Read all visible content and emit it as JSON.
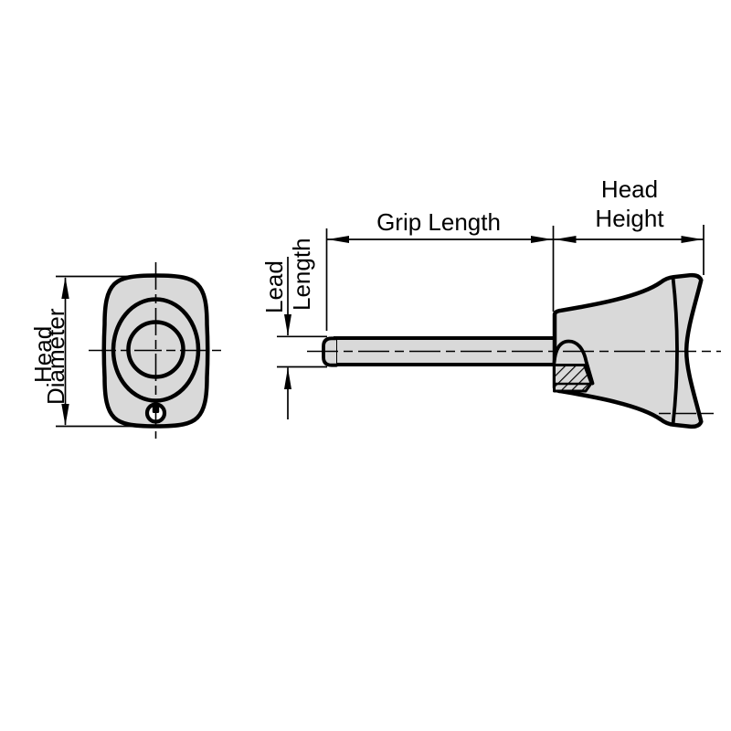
{
  "drawing": {
    "kind": "ball-lock-pin-dimension-drawing",
    "labels": {
      "head_diameter": {
        "line1": "Head",
        "line2": "Diameter"
      },
      "lead_length": {
        "line1": "Lead",
        "line2": "Length"
      },
      "grip_length": {
        "text": "Grip Length"
      },
      "head_height": {
        "line1": "Head",
        "line2": "Height"
      }
    },
    "colors": {
      "part_fill": "#d9d9d9",
      "line": "#000000",
      "background": "#ffffff"
    }
  }
}
